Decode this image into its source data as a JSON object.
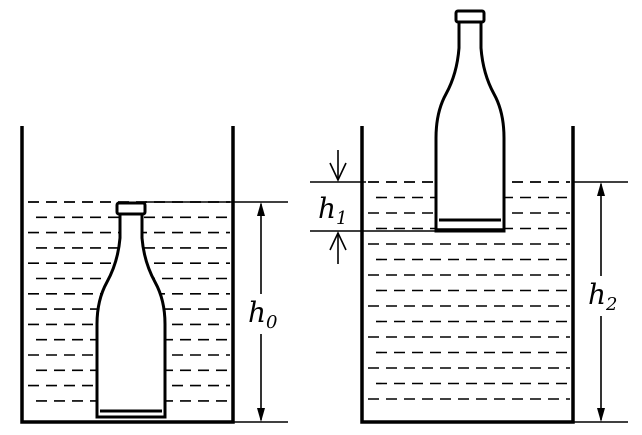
{
  "labels": {
    "h0": {
      "base": "h",
      "sub": "0"
    },
    "h1": {
      "base": "h",
      "sub": "1"
    },
    "h2": {
      "base": "h",
      "sub": "2"
    }
  },
  "colors": {
    "ink": "#000000",
    "background": "#ffffff"
  }
}
